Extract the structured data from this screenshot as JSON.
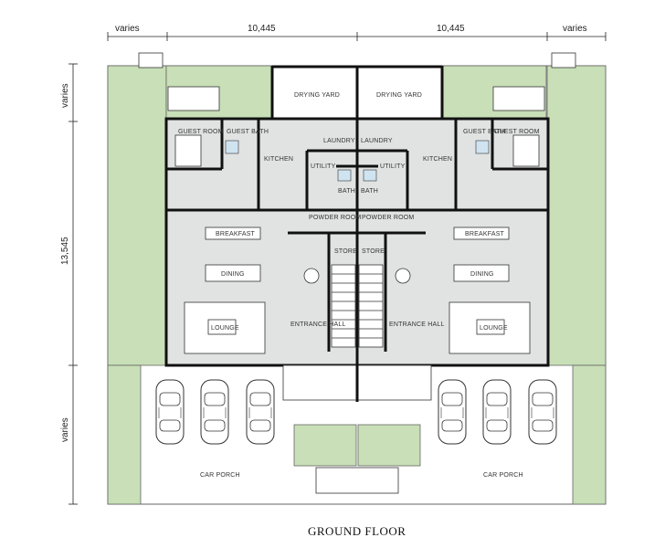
{
  "colors": {
    "garden": "#c8dfb7",
    "interior": "#e1e3e3",
    "porch_paving": "#ffffff",
    "wall": "#111111",
    "outline": "#666666",
    "fixture_blue": "#cfe3f0"
  },
  "dimensions": {
    "top_left": "varies",
    "top_mid_left": "10,445",
    "top_mid_right": "10,445",
    "top_right": "varies",
    "left_top": "varies",
    "left_mid": "13,545",
    "left_bottom": "varies"
  },
  "rooms": {
    "drying_yard": "DRYING YARD",
    "guest_room": "GUEST ROOM",
    "guest_bath": "GUEST BATH",
    "kitchen": "KITCHEN",
    "laundry": "LAUNDRY",
    "utility": "UTILITY",
    "bath": "BATH",
    "powder_room": "POWDER ROOM",
    "breakfast": "BREAKFAST",
    "store": "STORE",
    "dining": "DINING",
    "lounge": "LOUNGE",
    "entrance_hall": "ENTRANCE HALL",
    "car_porch": "CAR PORCH"
  },
  "caption": "GROUND FLOOR"
}
